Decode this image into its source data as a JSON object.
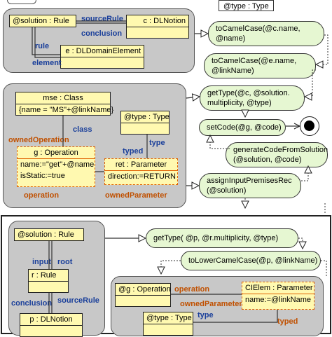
{
  "type_box": "@type : Type",
  "panel1": {
    "solution_rule": "@solution : Rule",
    "source_rule": "sourceRule",
    "c_dlnotion": "c : DLNotion",
    "conclusion": "conclusion",
    "rule": "rule",
    "e_dldomain": "e : DLDomainElement",
    "element": "element"
  },
  "panel2": {
    "mse_class": "mse : Class",
    "mse_attr": "{name = \"MS\"+@linkName}",
    "type_type": "@type : Type",
    "class_lbl": "class",
    "owned_operation": "ownedOperation",
    "type_lbl": "type",
    "typed_lbl": "typed",
    "g_operation": "g : Operation",
    "g_name": "name:=\"get\"+@name",
    "g_static": "isStatic:=true",
    "ret_param": "ret : Parameter",
    "ret_dir": "direction:=RETURN",
    "operation": "operation",
    "owned_parameter": "ownedParameter"
  },
  "activities_top": {
    "a1": [
      "toCamelCase(@c.name,",
      "@name)"
    ],
    "a2": [
      "toCamelCase(@e.name,",
      "@linkName)"
    ],
    "a3": [
      "getType(@c, @solution.",
      "multiplicity, @type)"
    ],
    "a4": "setCode(@g, @code)",
    "a5": [
      "generateCodeFromSolution",
      "(@solution, @code)"
    ],
    "a6": [
      "assignInputPremisesRec",
      "(@solution)"
    ]
  },
  "panel3": {
    "solution_rule": "@solution : Rule",
    "input": "input",
    "root": "root",
    "r_rule": "r : Rule",
    "conclusion": "conclusion",
    "source_rule": "sourceRule",
    "p_dlnotion": "p : DLNotion"
  },
  "activities_bottom": {
    "b1": "getType( @p, @r.multiplicity, @type)",
    "b2": "toLowerCamelCase(@p, @linkName)"
  },
  "panel4": {
    "g_operation": "@g : Operation",
    "operation": "operation",
    "cielem": "CIElem : Parameter",
    "owned_parameter": "ownedParameter",
    "name_link": "name:=@linkName",
    "type_type": "@type : Type",
    "type_lbl": "type",
    "typed_lbl": "typed"
  }
}
